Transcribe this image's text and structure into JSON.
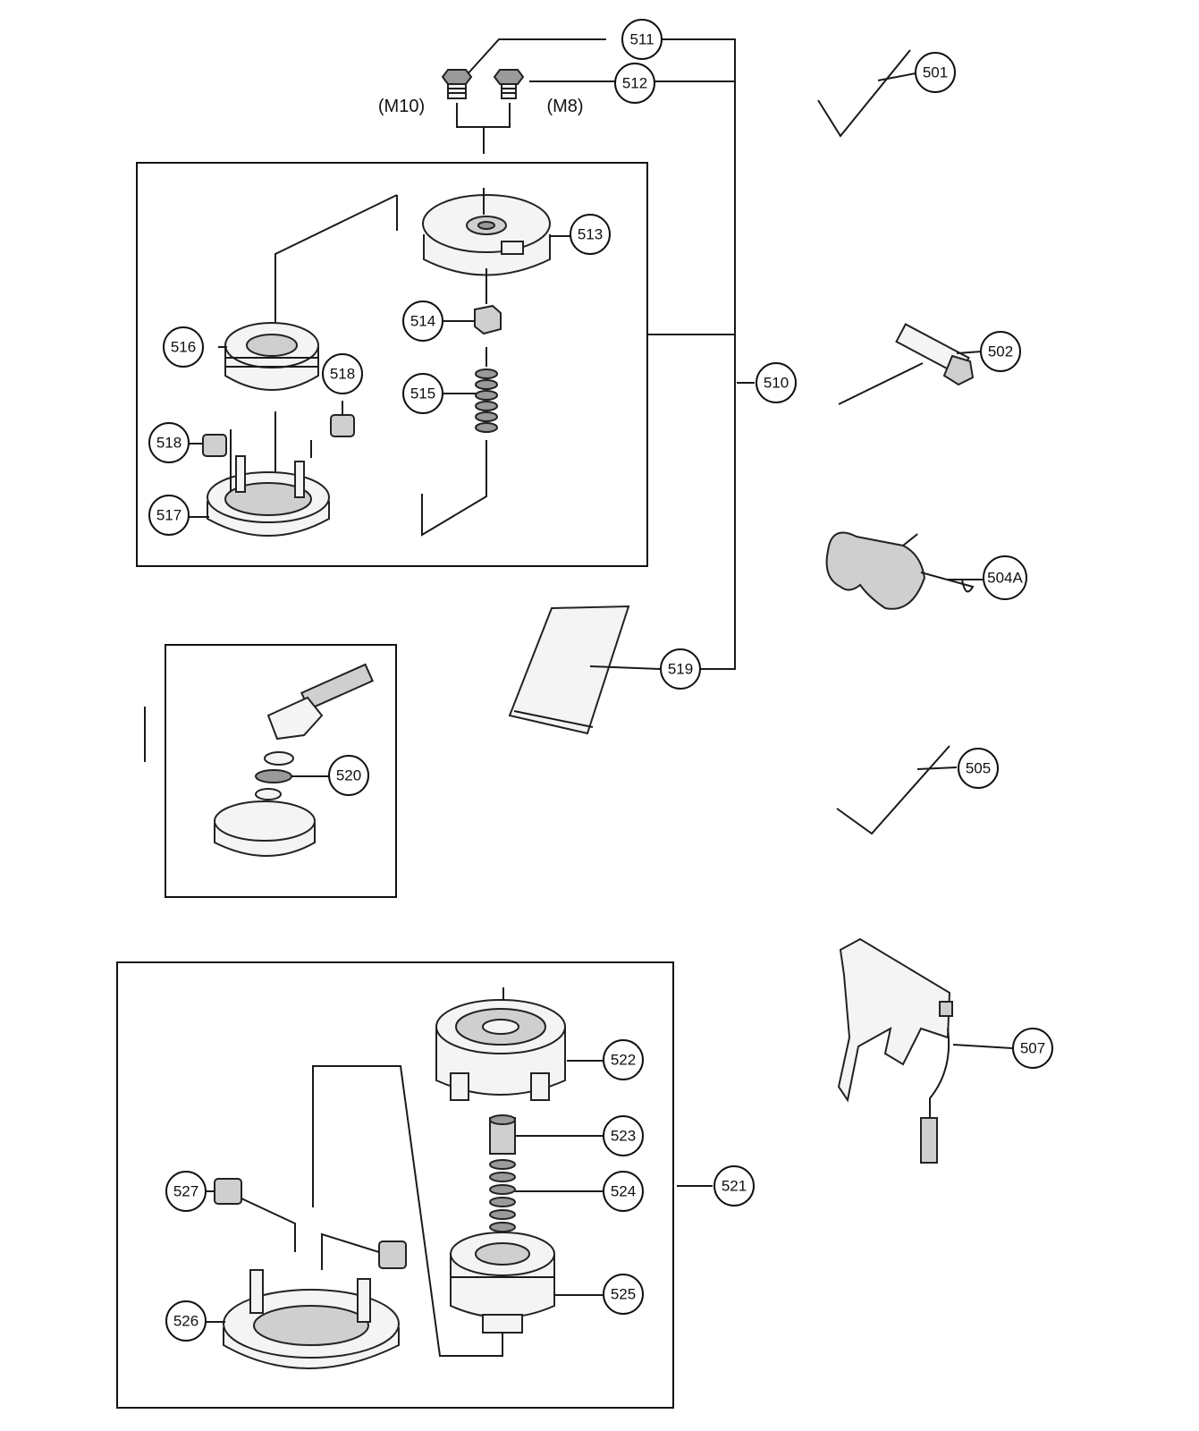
{
  "callouts": [
    {
      "id": "c511",
      "text": "511"
    },
    {
      "id": "c512",
      "text": "512"
    },
    {
      "id": "c501",
      "text": "501"
    },
    {
      "id": "c513",
      "text": "513"
    },
    {
      "id": "c514",
      "text": "514"
    },
    {
      "id": "c515",
      "text": "515"
    },
    {
      "id": "c516",
      "text": "516"
    },
    {
      "id": "c518a",
      "text": "518"
    },
    {
      "id": "c518b",
      "text": "518"
    },
    {
      "id": "c517",
      "text": "517"
    },
    {
      "id": "c502",
      "text": "502"
    },
    {
      "id": "c510",
      "text": "510"
    },
    {
      "id": "c504A",
      "text": "504A"
    },
    {
      "id": "c519",
      "text": "519"
    },
    {
      "id": "c520",
      "text": "520"
    },
    {
      "id": "c505",
      "text": "505"
    },
    {
      "id": "c507",
      "text": "507"
    },
    {
      "id": "c522",
      "text": "522"
    },
    {
      "id": "c523",
      "text": "523"
    },
    {
      "id": "c524",
      "text": "524"
    },
    {
      "id": "c525",
      "text": "525"
    },
    {
      "id": "c526",
      "text": "526"
    },
    {
      "id": "c527",
      "text": "527"
    },
    {
      "id": "c521",
      "text": "521"
    }
  ],
  "labels": {
    "m10": "(M10)",
    "m8": "(M8)"
  }
}
